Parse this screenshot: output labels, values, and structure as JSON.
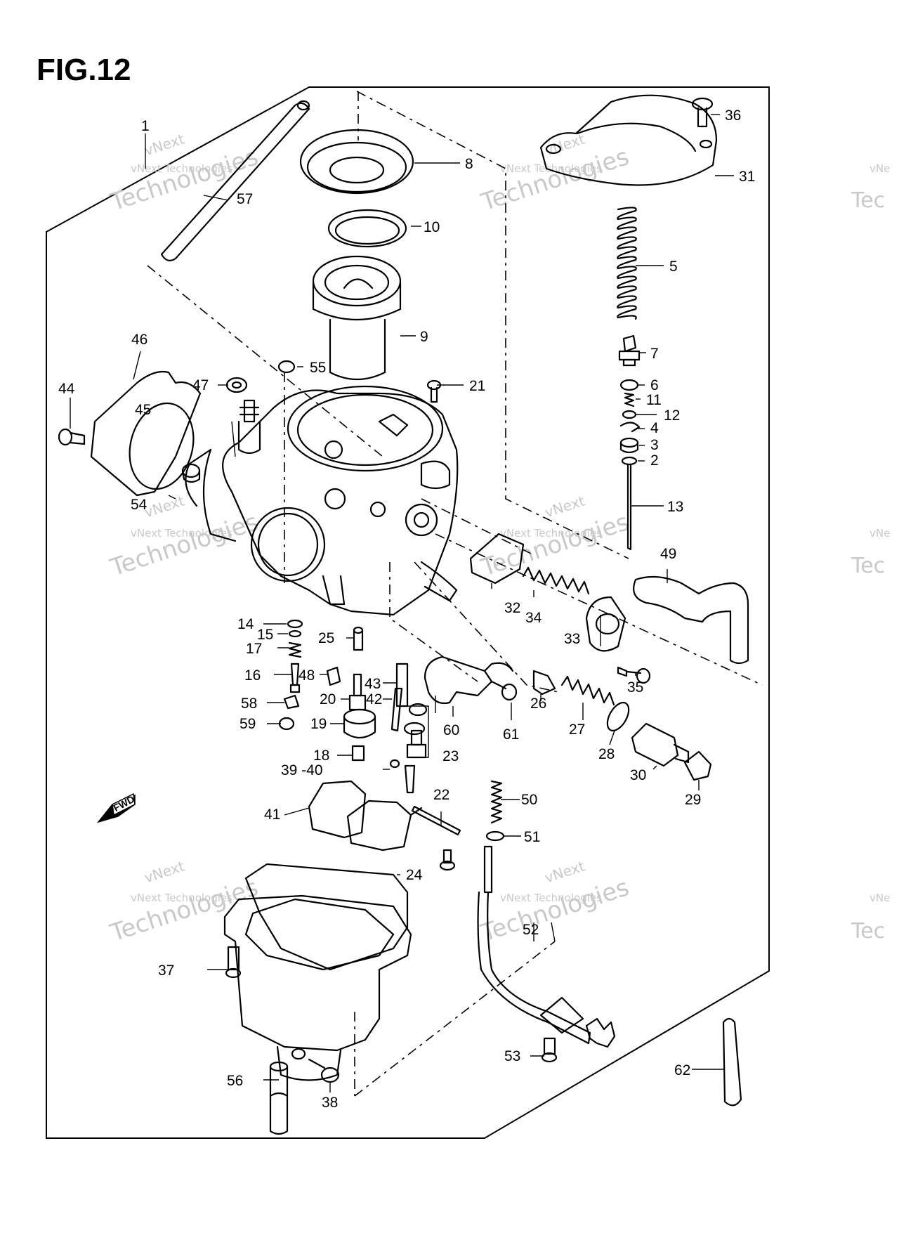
{
  "figure": {
    "title": "FIG.12"
  },
  "watermark": {
    "lines": [
      "vNext",
      "vNext Technologies",
      "Technologies"
    ],
    "edge_fragments": [
      "vNe",
      "Tec"
    ]
  },
  "direction_badge": {
    "label": "FWD"
  },
  "callouts": [
    "1",
    "2",
    "3",
    "4",
    "5",
    "6",
    "7",
    "8",
    "9",
    "10",
    "11",
    "12",
    "13",
    "14",
    "15",
    "16",
    "17",
    "18",
    "19",
    "20",
    "21",
    "22",
    "23",
    "24",
    "25",
    "26",
    "27",
    "28",
    "29",
    "30",
    "31",
    "32",
    "33",
    "34",
    "35",
    "36",
    "37",
    "38",
    "39 -40",
    "41",
    "42",
    "43",
    "44",
    "45",
    "46",
    "47",
    "48",
    "49",
    "50",
    "51",
    "52",
    "53",
    "54",
    "55",
    "56",
    "57",
    "58",
    "59",
    "60",
    "61",
    "62"
  ]
}
